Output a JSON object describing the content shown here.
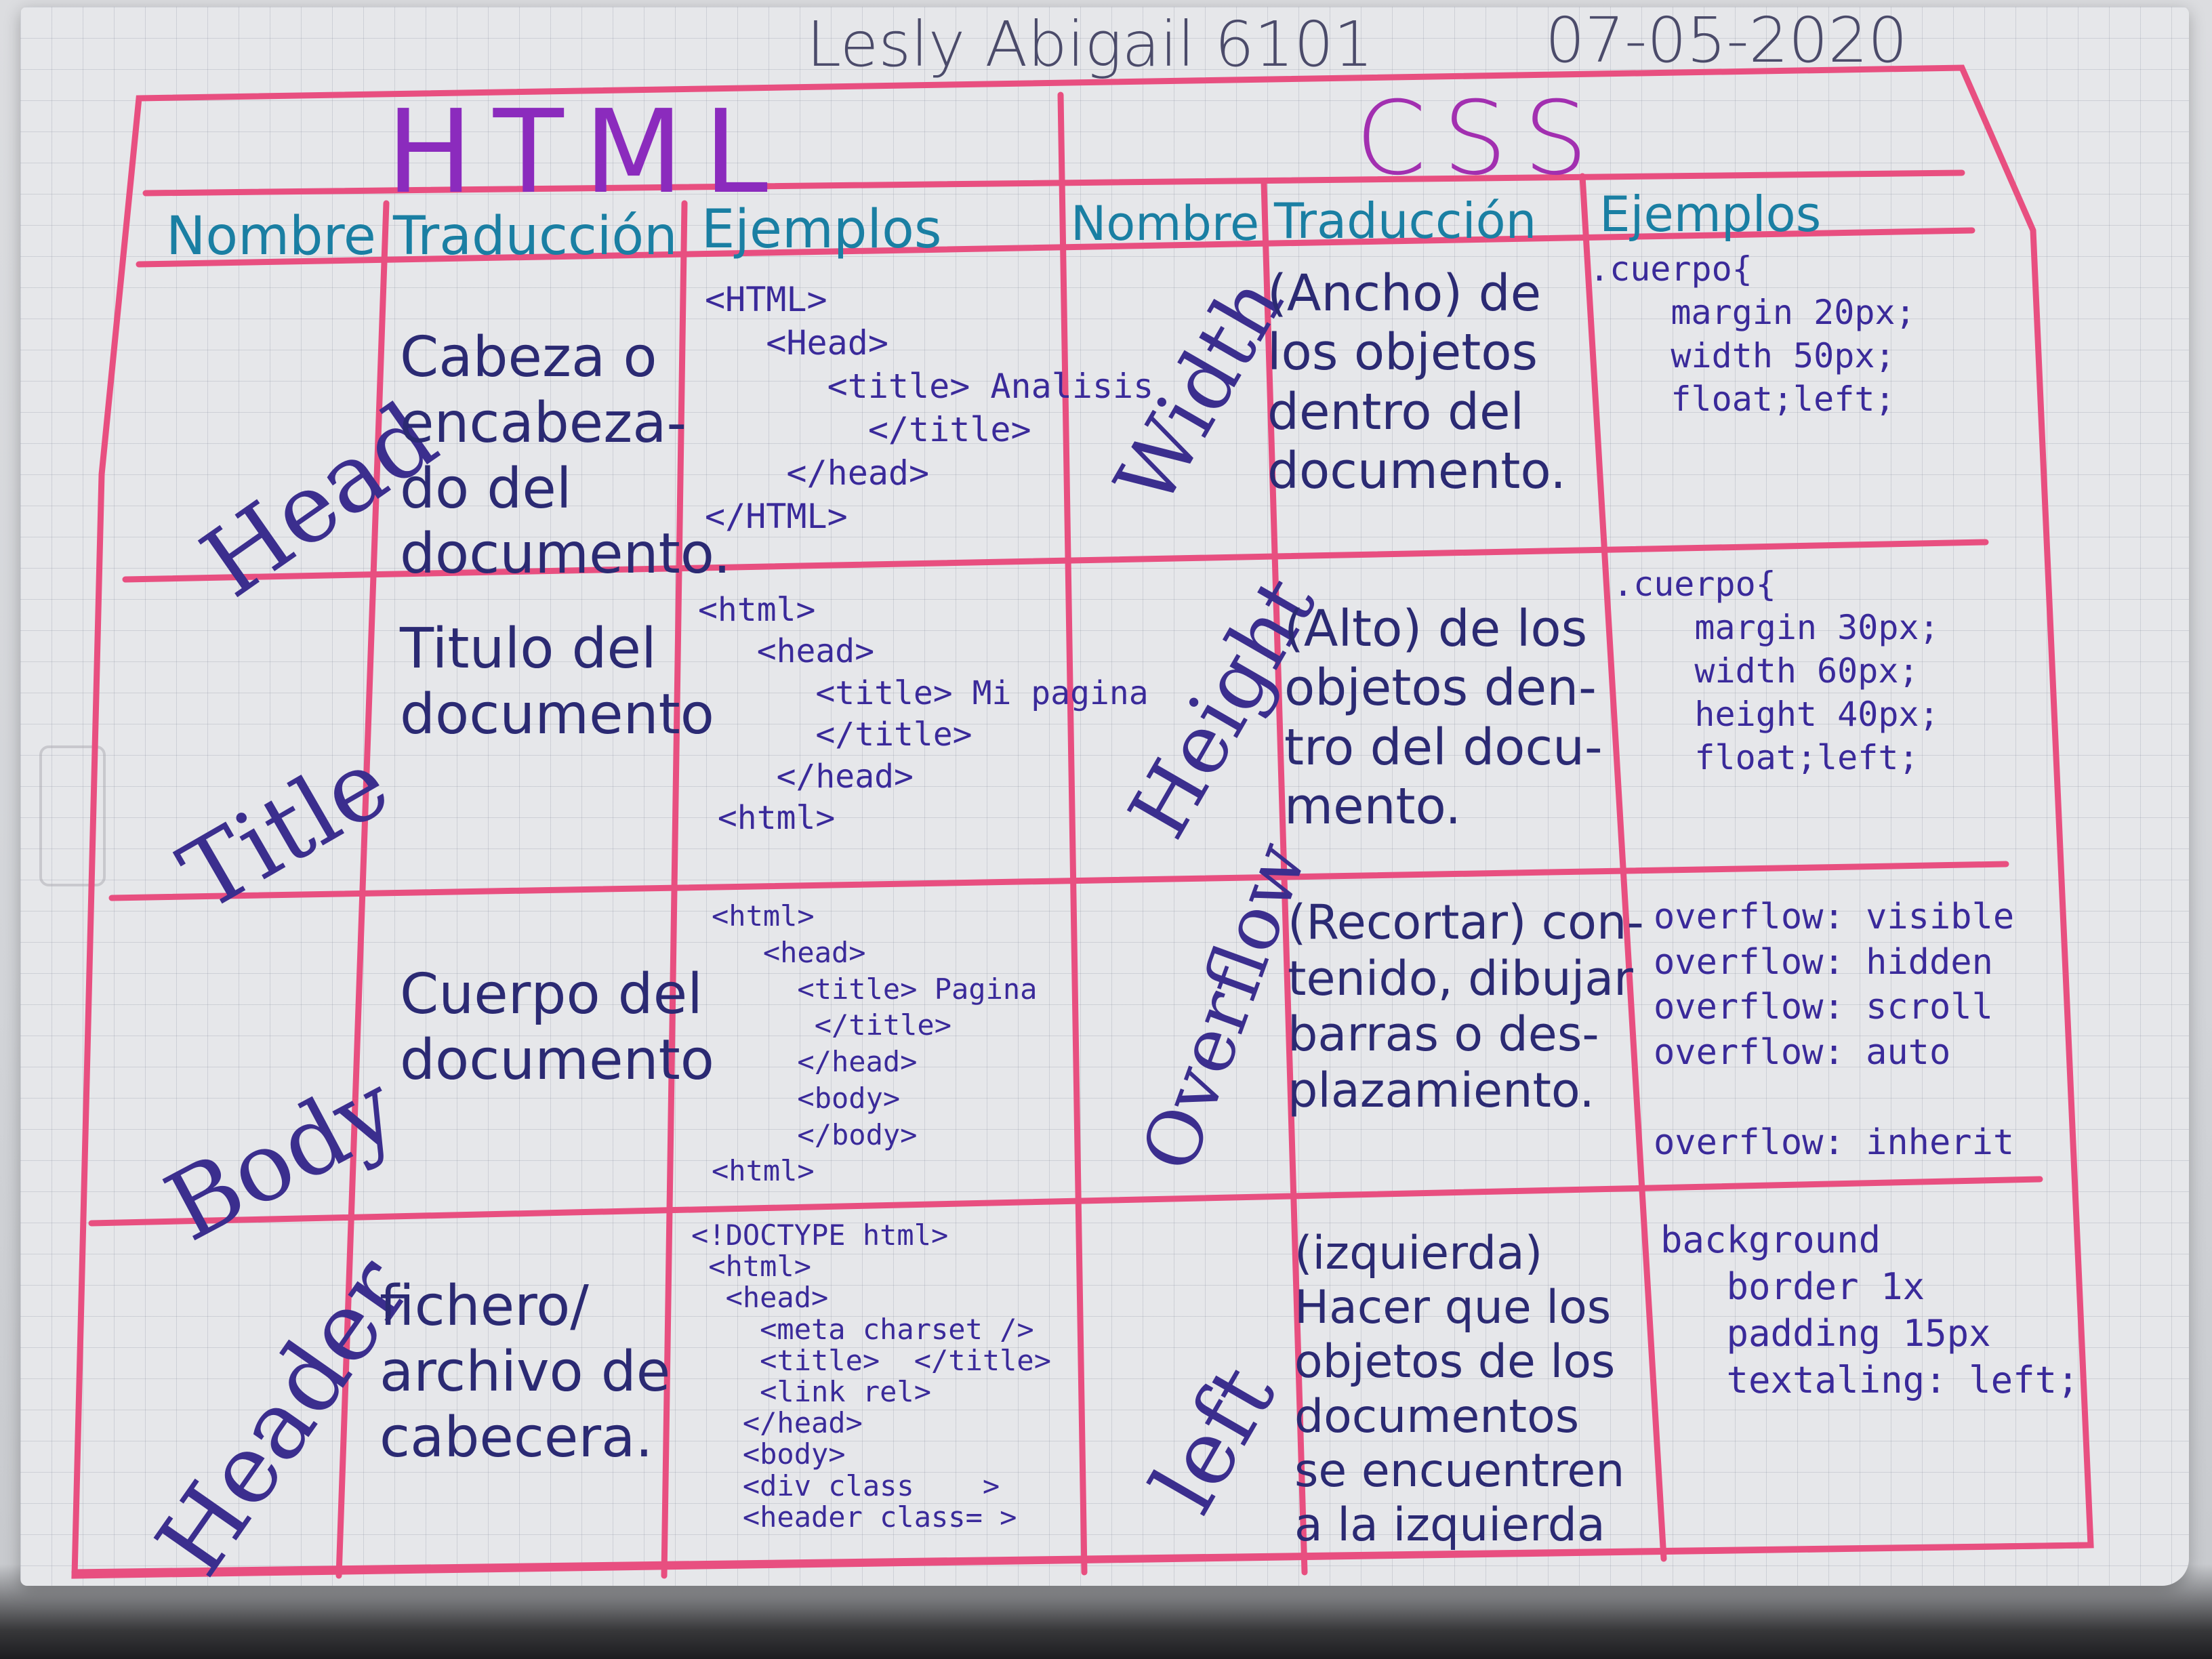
{
  "header": {
    "author": "Lesly Abigail 6101",
    "date": "07-05-2020"
  },
  "sections": {
    "left": "HTML",
    "right": "CSS"
  },
  "columns": {
    "html": [
      "Nombre",
      "Traducción",
      "Ejemplos"
    ],
    "css": [
      "Nombre",
      "Traducción",
      "Ejemplos"
    ]
  },
  "html_rows": [
    {
      "name": "Head",
      "translation": "Cabeza o\nencabeza-\ndo del\ndocumento.",
      "example": "<HTML>\n   <Head>\n      <title> Analisis\n        </title>\n    </head>\n</HTML>"
    },
    {
      "name": "Title",
      "translation": "Titulo del\ndocumento",
      "example": "<html>\n   <head>\n      <title> Mi pagina\n      </title>\n    </head>\n <html>"
    },
    {
      "name": "Body",
      "translation": "Cuerpo del\ndocumento",
      "example": "<html>\n   <head>\n     <title> Pagina\n      </title>\n     </head>\n     <body>\n     </body>\n<html>"
    },
    {
      "name": "Header",
      "translation": "fichero/\narchivo de\ncabecera.",
      "example": "<!DOCTYPE html>\n <html>\n  <head>\n    <meta charset />\n    <title>  </title>\n    <link rel>\n   </head>\n   <body>\n   <div class    >\n   <header class= >"
    }
  ],
  "css_rows": [
    {
      "name": "Width",
      "translation": "(Ancho) de\nlos objetos\ndentro del\ndocumento.",
      "example": ".cuerpo{\n    margin 20px;\n    width 50px;\n    float;left;"
    },
    {
      "name": "Height",
      "translation": "(Alto) de los\nobjetos den-\ntro del docu-\nmento.",
      "example": ".cuerpo{\n    margin 30px;\n    width 60px;\n    height 40px;\n    float;left;"
    },
    {
      "name": "Overflow",
      "translation": "(Recortar) con-\ntenido, dibujar\nbarras o des-\nplazamiento.",
      "example": "overflow: visible\noverflow: hidden\noverflow: scroll\noverflow: auto\n\noverflow: inherit"
    },
    {
      "name": "left",
      "translation": "(izquierda)\nHacer que los\nobjetos de los\ndocumentos\nse encuentren\na la izquierda",
      "example": "background\n   border 1x\n   padding 15px\n   textaling: left;"
    }
  ],
  "colors": {
    "grid": "#e84f80",
    "pen_blue": "#2b2a73",
    "pen_purple": "#8b2bbd",
    "pen_teal": "#1a7fa3"
  }
}
